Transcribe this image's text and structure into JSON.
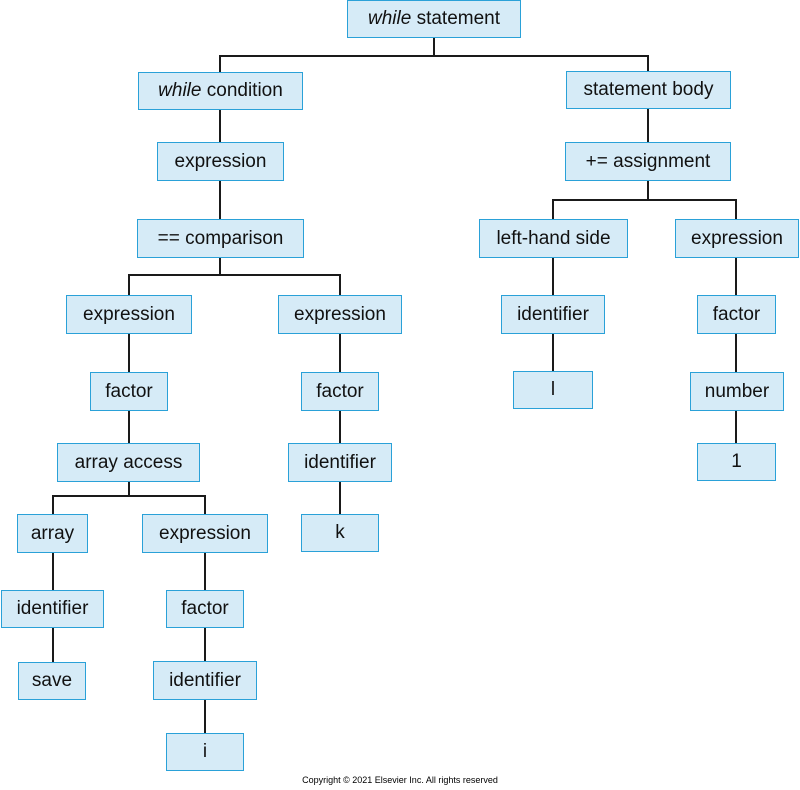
{
  "colors": {
    "node_fill": "#d6ebf7",
    "node_border": "#2aa1d8",
    "edge": "#1a1a1a",
    "text": "#111111"
  },
  "tree": {
    "root": {
      "italic": "while",
      "text": " statement"
    },
    "while_condition": {
      "italic": "while",
      "text": " condition"
    },
    "cond_expression": "expression",
    "comparison": "== comparison",
    "left_expression": "expression",
    "left_factor": "factor",
    "array_access": "array access",
    "array": "array",
    "array_identifier": "identifier",
    "save": "save",
    "index_expression": "expression",
    "index_factor": "factor",
    "index_identifier": "identifier",
    "i": "i",
    "right_expression": "expression",
    "right_factor": "factor",
    "right_identifier": "identifier",
    "k": "k",
    "statement_body": "statement body",
    "assignment": "+= assignment",
    "lhs": "left-hand side",
    "lhs_identifier": "identifier",
    "lhs_var": "l",
    "rhs_expression": "expression",
    "rhs_factor": "factor",
    "rhs_number": "number",
    "rhs_value": "1"
  },
  "copyright": "Copyright © 2021 Elsevier Inc. All rights reserved"
}
